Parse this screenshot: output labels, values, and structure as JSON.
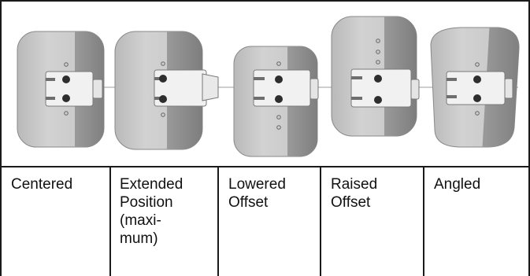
{
  "positions": [
    {
      "label": "Centered"
    },
    {
      "label": "Extended\nPosition\n(maxi-\nmum)"
    },
    {
      "label": "Lowered\nOffset"
    },
    {
      "label": "Raised\nOffset"
    },
    {
      "label": "Angled"
    }
  ],
  "colors": {
    "plate_light": "#c9c9c9",
    "plate_dark": "#8c8c8c",
    "rule": "#1a1a1a"
  }
}
